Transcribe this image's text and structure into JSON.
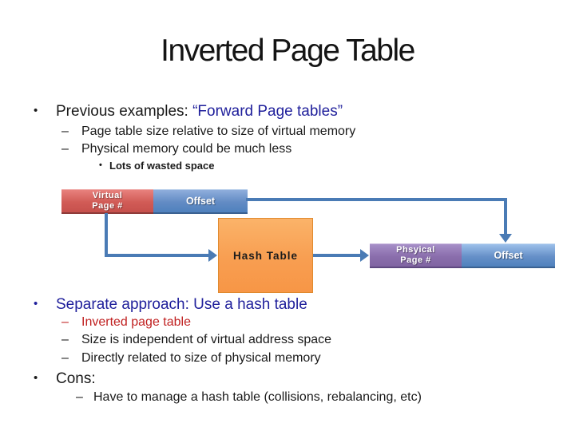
{
  "slide": {
    "title": "Inverted Page Table",
    "markers": {
      "l1": "•",
      "l2": "–",
      "l3": "•"
    },
    "colors": {
      "navy_text": "#1F1F9B",
      "red_text": "#C02020",
      "body_text": "#1A1A1A",
      "box_red": "#C0504D",
      "box_blue": "#4F81BD",
      "box_orange": "#F79646",
      "box_purple": "#8064A2",
      "connector_blue": "#4A7BB5"
    },
    "section1": {
      "bullet1_prefix": "Previous examples: ",
      "bullet1_quote": "“Forward Page tables”",
      "sub1": "Page table size relative to size of virtual memory",
      "sub2": "Physical memory could be much less",
      "subsub1": "Lots of wasted space"
    },
    "diagram": {
      "virtual_page_line1": "Virtual",
      "virtual_page_line2": "Page #",
      "offset_top": "Offset",
      "hash_table": "Hash Table",
      "physical_line1": "Phsyical",
      "physical_line2": "Page #",
      "offset_right": "Offset"
    },
    "section2": {
      "bullet1": "Separate approach: Use a hash table",
      "sub1": "Inverted page table",
      "sub2": "Size is independent of virtual address space",
      "sub3": "Directly related to size of physical memory",
      "bullet2": "Cons:",
      "bullet2_sub": "Have to manage a hash table (collisions, rebalancing, etc)"
    }
  }
}
